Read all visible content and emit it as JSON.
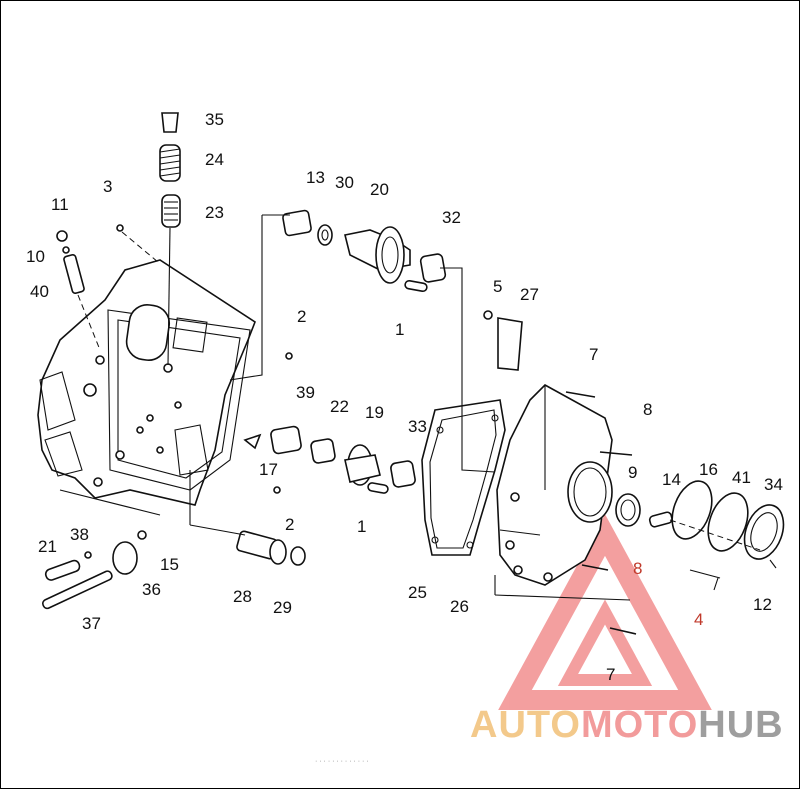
{
  "callouts": [
    {
      "id": "35",
      "color": "normal"
    },
    {
      "id": "24",
      "color": "normal"
    },
    {
      "id": "23",
      "color": "normal"
    },
    {
      "id": "3",
      "color": "normal"
    },
    {
      "id": "11",
      "color": "normal"
    },
    {
      "id": "10",
      "color": "normal"
    },
    {
      "id": "40",
      "color": "normal"
    },
    {
      "id": "13",
      "color": "normal"
    },
    {
      "id": "30",
      "color": "normal"
    },
    {
      "id": "20",
      "color": "normal"
    },
    {
      "id": "32",
      "color": "normal"
    },
    {
      "id": "1",
      "color": "normal"
    },
    {
      "id": "5",
      "color": "normal"
    },
    {
      "id": "27",
      "color": "normal"
    },
    {
      "id": "2",
      "color": "normal"
    },
    {
      "id": "7",
      "color": "normal"
    },
    {
      "id": "39",
      "color": "normal"
    },
    {
      "id": "22",
      "color": "normal"
    },
    {
      "id": "19",
      "color": "normal"
    },
    {
      "id": "33",
      "color": "normal"
    },
    {
      "id": "8",
      "color": "normal"
    },
    {
      "id": "17",
      "color": "normal"
    },
    {
      "id": "9",
      "color": "normal"
    },
    {
      "id": "14",
      "color": "normal"
    },
    {
      "id": "16",
      "color": "normal"
    },
    {
      "id": "41",
      "color": "normal"
    },
    {
      "id": "34",
      "color": "normal"
    },
    {
      "id": "2",
      "color": "normal"
    },
    {
      "id": "1",
      "color": "normal"
    },
    {
      "id": "38",
      "color": "normal"
    },
    {
      "id": "21",
      "color": "normal"
    },
    {
      "id": "15",
      "color": "normal"
    },
    {
      "id": "36",
      "color": "normal"
    },
    {
      "id": "28",
      "color": "normal"
    },
    {
      "id": "29",
      "color": "normal"
    },
    {
      "id": "25",
      "color": "normal"
    },
    {
      "id": "26",
      "color": "normal"
    },
    {
      "id": "8",
      "color": "red"
    },
    {
      "id": "4",
      "color": "red"
    },
    {
      "id": "12",
      "color": "normal"
    },
    {
      "id": "37",
      "color": "normal"
    },
    {
      "id": "7",
      "color": "normal"
    }
  ],
  "watermark": {
    "part1": "AUTO",
    "part2": "MOTO",
    "part3": "HUB",
    "color_auto": "#f3c98b",
    "color_moto": "#f29b9b",
    "color_hub": "#9e9e9e",
    "triangle_color": "#f08080"
  },
  "footer_text": "· · · · · · · · · · · · ·"
}
